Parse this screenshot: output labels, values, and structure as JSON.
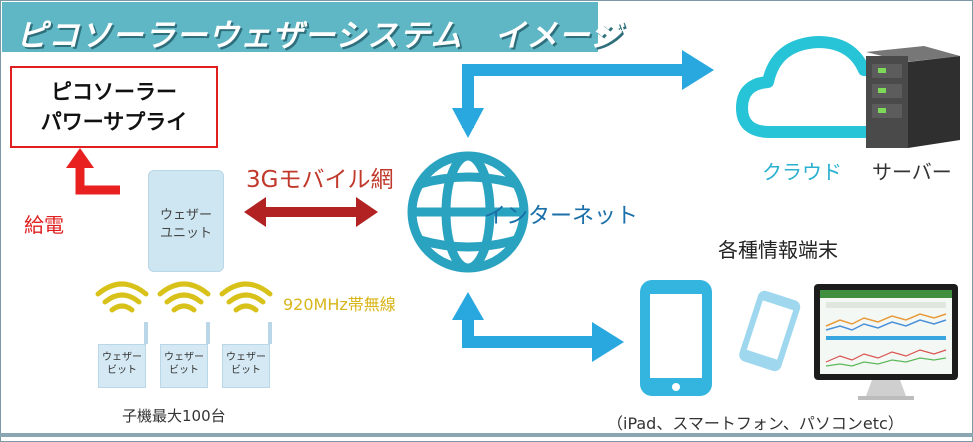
{
  "title": "ピコソーラーウェザーシステム　イメージ",
  "supply_box": {
    "line1": "ピコソーラー",
    "line2": "パワーサプライ"
  },
  "feed_label": "給電",
  "mobile_label": "3Gモバイル網",
  "weather_unit": {
    "line1": "ウェザー",
    "line2": "ユニット"
  },
  "radio_label": "920MHz帯無線",
  "weather_bits": [
    {
      "line1": "ウェザー",
      "line2": "ビット"
    },
    {
      "line1": "ウェザー",
      "line2": "ビット"
    },
    {
      "line1": "ウェザー",
      "line2": "ビット"
    }
  ],
  "child_max": "子機最大100台",
  "internet_label": "インターネット",
  "cloud_label": "クラウド",
  "server_label": "サーバー",
  "devices_title": "各種情報端末",
  "devices_caption": "（iPad、スマートフォン、パソコンetc）",
  "colors": {
    "accent": "#5fb6c4",
    "arrow_blue": "#29a8e0",
    "arrow_red": "#b22222",
    "cloud": "#27c3d6",
    "radio": "#d8c21a"
  },
  "icons": [
    "globe-icon",
    "cloud-icon",
    "server-icon",
    "tablet-icon",
    "smartphone-icon",
    "monitor-icon",
    "wifi-icon"
  ]
}
